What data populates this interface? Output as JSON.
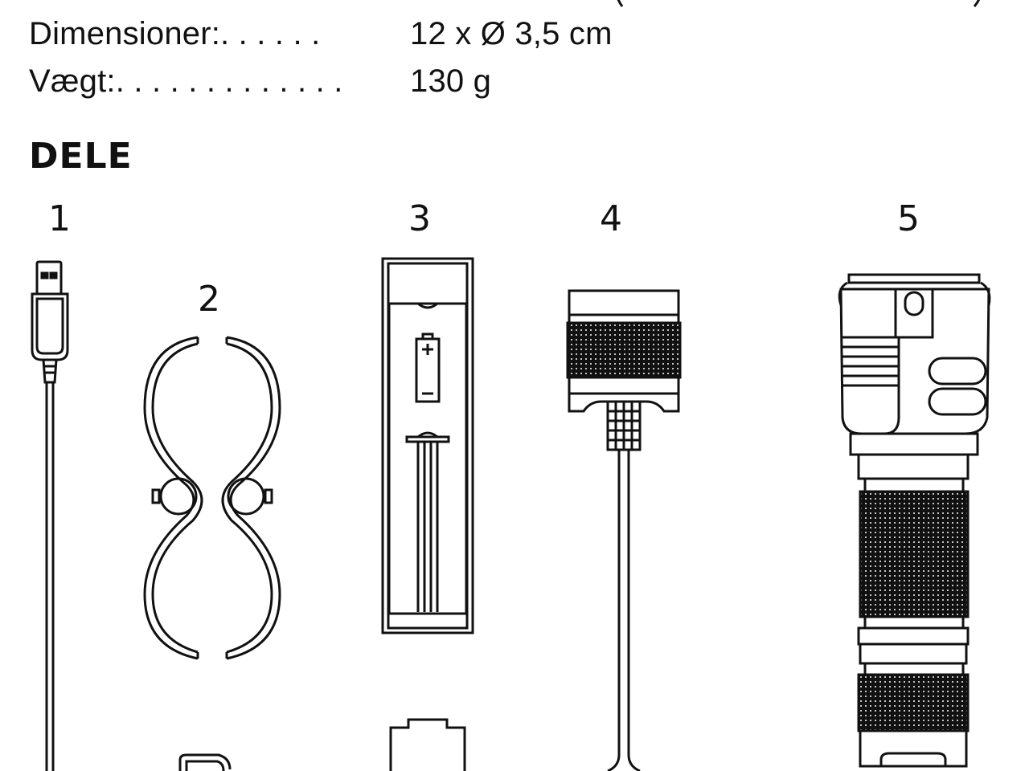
{
  "specs": [
    {
      "label": "Dimensioner:",
      "dots": ". . . . . .",
      "value": "12 x Ø 3,5 cm"
    },
    {
      "label": "Vægt:",
      "dots": ". . . . . . . . . . . . .",
      "value": "130 g"
    }
  ],
  "section_title": "DELE",
  "parts": [
    {
      "number": "1",
      "icon": "usb-cable-icon"
    },
    {
      "number": "2",
      "icon": "mounting-clip-icon"
    },
    {
      "number": "3",
      "icon": "battery-charger-icon"
    },
    {
      "number": "4",
      "icon": "charging-cap-icon"
    },
    {
      "number": "5",
      "icon": "flashlight-icon"
    }
  ]
}
